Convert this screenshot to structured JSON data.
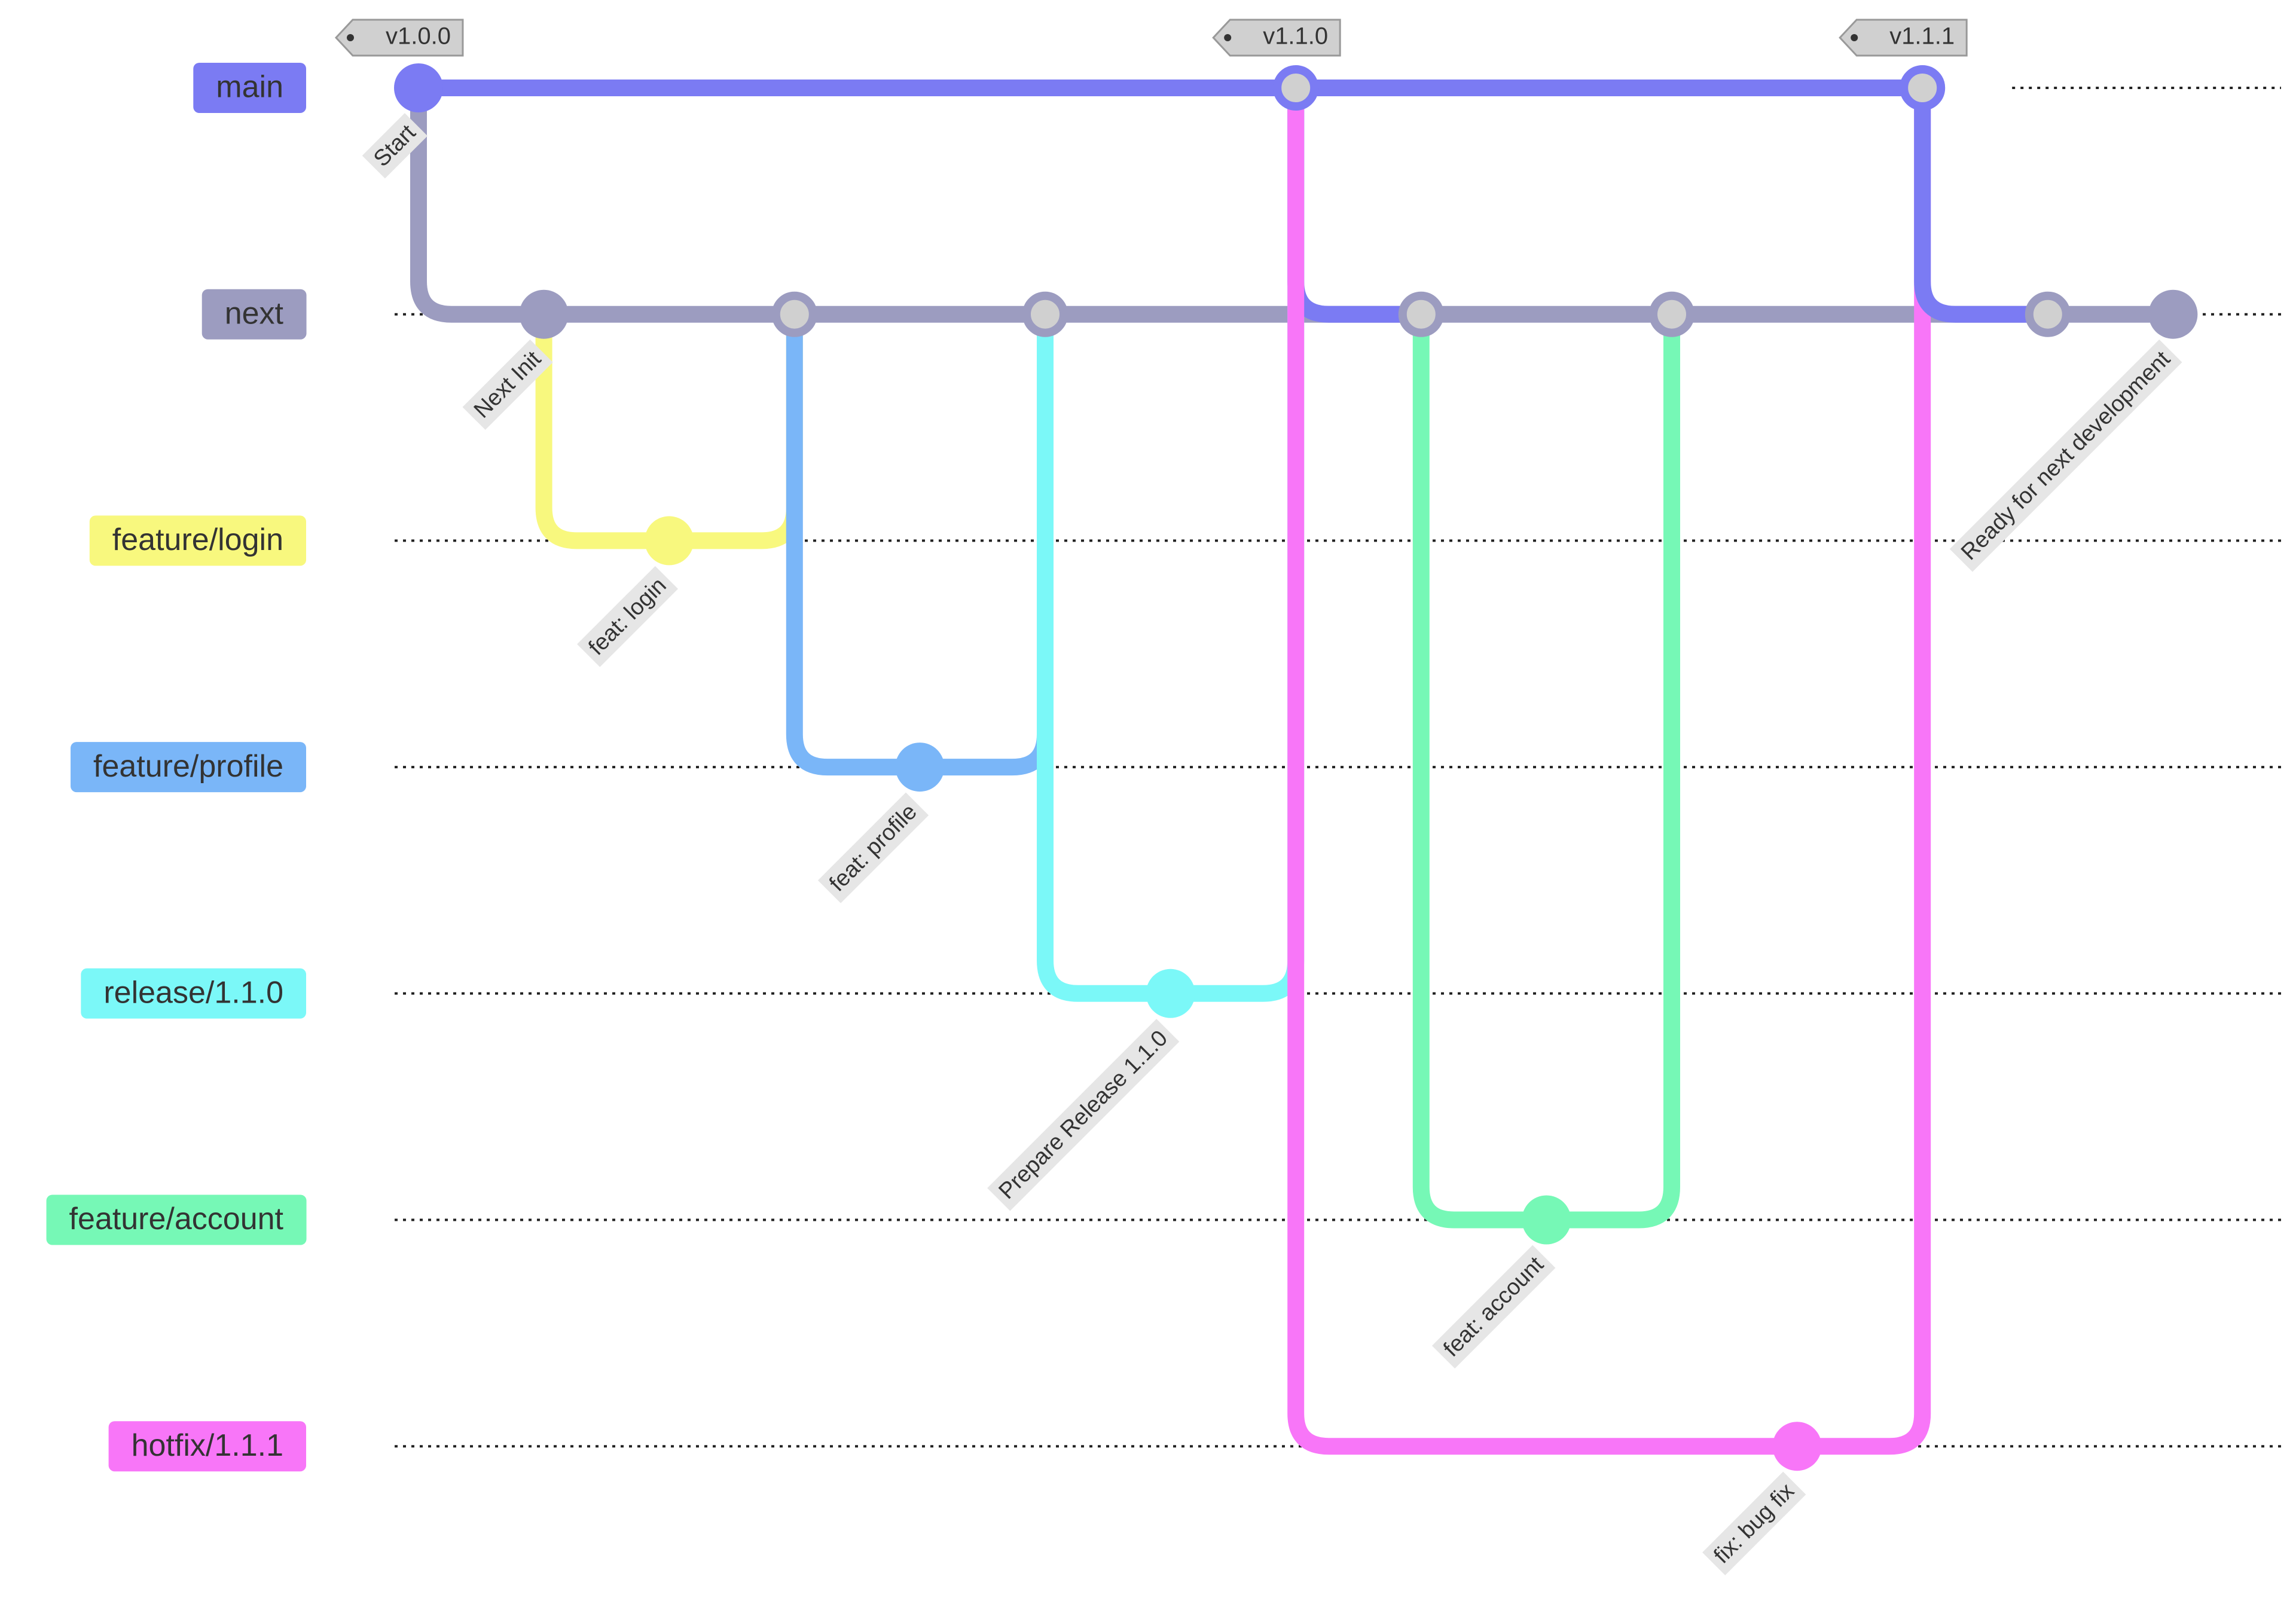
{
  "branches": [
    {
      "id": "main",
      "name": "main",
      "color": "#7b7bf3"
    },
    {
      "id": "next",
      "name": "next",
      "color": "#9c9cc0"
    },
    {
      "id": "feature-login",
      "name": "feature/login",
      "color": "#f8f87e"
    },
    {
      "id": "feature-profile",
      "name": "feature/profile",
      "color": "#7ab6f8"
    },
    {
      "id": "release-1-1-0",
      "name": "release/1.1.0",
      "color": "#7bf8f8"
    },
    {
      "id": "feature-account",
      "name": "feature/account",
      "color": "#76f8b6"
    },
    {
      "id": "hotfix-1-1-1",
      "name": "hotfix/1.1.1",
      "color": "#f876f8"
    }
  ],
  "commits": [
    {
      "id": "c0",
      "branch": "main",
      "label": "Start",
      "tag": "v1.0.0",
      "merge": false
    },
    {
      "id": "c1",
      "branch": "next",
      "label": "Next Init",
      "tag": "",
      "merge": false
    },
    {
      "id": "c2",
      "branch": "feature-login",
      "label": "feat: login",
      "tag": "",
      "merge": false
    },
    {
      "id": "c3",
      "branch": "next",
      "label": "",
      "tag": "",
      "merge": true
    },
    {
      "id": "c4",
      "branch": "feature-profile",
      "label": "feat: profile",
      "tag": "",
      "merge": false
    },
    {
      "id": "c5",
      "branch": "next",
      "label": "",
      "tag": "",
      "merge": true
    },
    {
      "id": "c6",
      "branch": "release-1-1-0",
      "label": "Prepare Release 1.1.0",
      "tag": "",
      "merge": false
    },
    {
      "id": "c7",
      "branch": "main",
      "label": "",
      "tag": "v1.1.0",
      "merge": true
    },
    {
      "id": "c8",
      "branch": "next",
      "label": "",
      "tag": "",
      "merge": true
    },
    {
      "id": "c9",
      "branch": "feature-account",
      "label": "feat: account",
      "tag": "",
      "merge": false
    },
    {
      "id": "c10",
      "branch": "next",
      "label": "",
      "tag": "",
      "merge": true
    },
    {
      "id": "c11",
      "branch": "hotfix-1-1-1",
      "label": "fix: bug fix",
      "tag": "",
      "merge": false
    },
    {
      "id": "c12",
      "branch": "main",
      "label": "",
      "tag": "v1.1.1",
      "merge": true
    },
    {
      "id": "c13",
      "branch": "next",
      "label": "",
      "tag": "",
      "merge": true
    },
    {
      "id": "c14",
      "branch": "next",
      "label": "Ready for next development",
      "tag": "",
      "merge": false
    }
  ],
  "edges": [
    {
      "from": "c0",
      "to": "c7",
      "color_branch": "main"
    },
    {
      "from": "c7",
      "to": "c12",
      "color_branch": "main"
    },
    {
      "from": "c0",
      "to": "c1",
      "color_branch": "next"
    },
    {
      "from": "c1",
      "to": "c3",
      "color_branch": "next"
    },
    {
      "from": "c3",
      "to": "c5",
      "color_branch": "next"
    },
    {
      "from": "c5",
      "to": "c8",
      "color_branch": "next"
    },
    {
      "from": "c8",
      "to": "c10",
      "color_branch": "next"
    },
    {
      "from": "c10",
      "to": "c13",
      "color_branch": "next"
    },
    {
      "from": "c13",
      "to": "c14",
      "color_branch": "next"
    },
    {
      "from": "c1",
      "to": "c2",
      "color_branch": "feature-login"
    },
    {
      "from": "c2",
      "to": "c3",
      "color_branch": "feature-login"
    },
    {
      "from": "c3",
      "to": "c4",
      "color_branch": "feature-profile"
    },
    {
      "from": "c4",
      "to": "c5",
      "color_branch": "feature-profile"
    },
    {
      "from": "c5",
      "to": "c6",
      "color_branch": "release-1-1-0"
    },
    {
      "from": "c6",
      "to": "c7",
      "color_branch": "release-1-1-0"
    },
    {
      "from": "c7",
      "to": "c8",
      "color_branch": "main"
    },
    {
      "from": "c8",
      "to": "c9",
      "color_branch": "feature-account"
    },
    {
      "from": "c9",
      "to": "c10",
      "color_branch": "feature-account"
    },
    {
      "from": "c7",
      "to": "c11",
      "color_branch": "hotfix-1-1-1"
    },
    {
      "from": "c11",
      "to": "c12",
      "color_branch": "hotfix-1-1-1"
    },
    {
      "from": "c12",
      "to": "c13",
      "color_branch": "main"
    }
  ],
  "colors": {
    "merge_fill": "#d0d0d0",
    "tag_fill": "#d0d0d0",
    "tag_stroke": "#999999",
    "commit_label_bg": "#e6e6e6",
    "lane_line": "#222222"
  }
}
